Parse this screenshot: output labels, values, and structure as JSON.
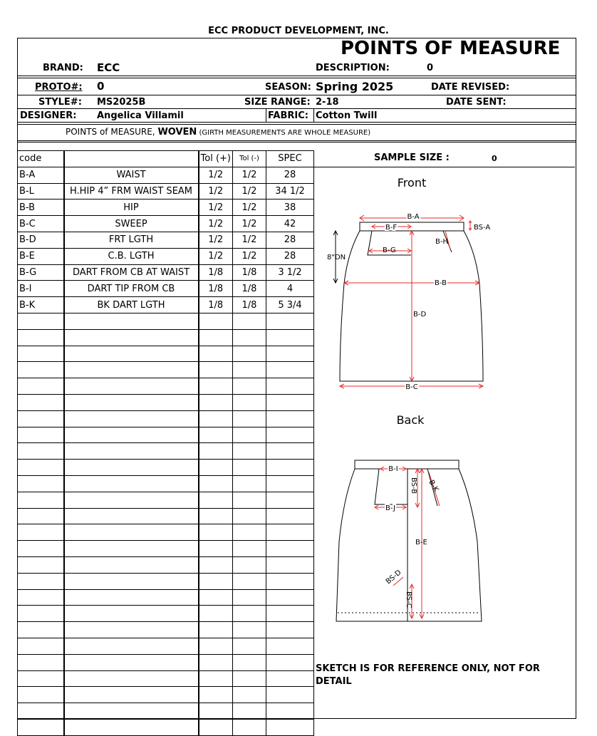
{
  "company": "ECC PRODUCT DEVELOPMENT, INC.",
  "sheet_title": "POINTS OF MEASURE",
  "header": {
    "brand_label": "BRAND:",
    "brand": "ECC",
    "description_label": "DESCRIPTION:",
    "description": "0",
    "proto_label": "PROTO#:",
    "proto": "0",
    "season_label": "SEASON:",
    "season": "Spring 2025",
    "date_revised_label": "DATE REVISED:",
    "style_label": "STYLE#:",
    "style": "MS2025B",
    "size_range_label": "SIZE RANGE:",
    "size_range": "2-18",
    "date_sent_label": "DATE SENT:",
    "designer_label": "DESIGNER:",
    "designer": "Angelica Villamil",
    "fabric_label": "FABRIC:",
    "fabric": "Cotton Twill"
  },
  "pom_heading": {
    "prefix": "POINTS of MEASURE, ",
    "bold": "WOVEN",
    "note": " (GIRTH MEASUREMENTS ARE WHOLE MEASURE)"
  },
  "table": {
    "headers": {
      "code": "code",
      "desc": "",
      "tol_plus": "Tol (+)",
      "tol_minus": "Tol (-)",
      "spec": "SPEC"
    },
    "rows": [
      {
        "code": "B-A",
        "desc": "WAIST",
        "tol_plus": "1/2",
        "tol_minus": "1/2",
        "spec": "28"
      },
      {
        "code": "B-L",
        "desc": "H.HIP 4” FRM WAIST SEAM",
        "tol_plus": "1/2",
        "tol_minus": "1/2",
        "spec": "34 1/2"
      },
      {
        "code": "B-B",
        "desc": "HIP",
        "tol_plus": "1/2",
        "tol_minus": "1/2",
        "spec": "38"
      },
      {
        "code": "B-C",
        "desc": "SWEEP",
        "tol_plus": "1/2",
        "tol_minus": "1/2",
        "spec": "42"
      },
      {
        "code": "B-D",
        "desc": "FRT LGTH",
        "tol_plus": "1/2",
        "tol_minus": "1/2",
        "spec": "28"
      },
      {
        "code": "B-E",
        "desc": "C.B. LGTH",
        "tol_plus": "1/2",
        "tol_minus": "1/2",
        "spec": "28"
      },
      {
        "code": "B-G",
        "desc": "DART FROM CB AT WAIST",
        "tol_plus": "1/8",
        "tol_minus": "1/8",
        "spec": "3 1/2"
      },
      {
        "code": "B-I",
        "desc": "DART TIP FROM CB",
        "tol_plus": "1/8",
        "tol_minus": "1/8",
        "spec": "4"
      },
      {
        "code": "B-K",
        "desc": "BK DART LGTH",
        "tol_plus": "1/8",
        "tol_minus": "1/8",
        "spec": "5 3/4"
      }
    ],
    "empty_rows": 26
  },
  "sample_size_label": "SAMPLE SIZE :",
  "sample_size": "0",
  "sketch": {
    "front_title": "Front",
    "back_title": "Back",
    "labels": {
      "ba": "B-A",
      "bf": "B-F",
      "bsa": "BS-A",
      "bh": "B-H",
      "bg": "B-G",
      "dn": "8\"DN",
      "bb": "B-B",
      "bd": "B-D",
      "bc": "B-C",
      "bi": "B-I",
      "bsb": "BS-B",
      "bk": "B-K",
      "bj": "B-J",
      "be": "B-E",
      "bsd": "BS-D",
      "bsc": "BS-C"
    },
    "accent_color": "#e8282b",
    "note": "SKETCH IS FOR REFERENCE ONLY, NOT FOR DETAIL"
  }
}
